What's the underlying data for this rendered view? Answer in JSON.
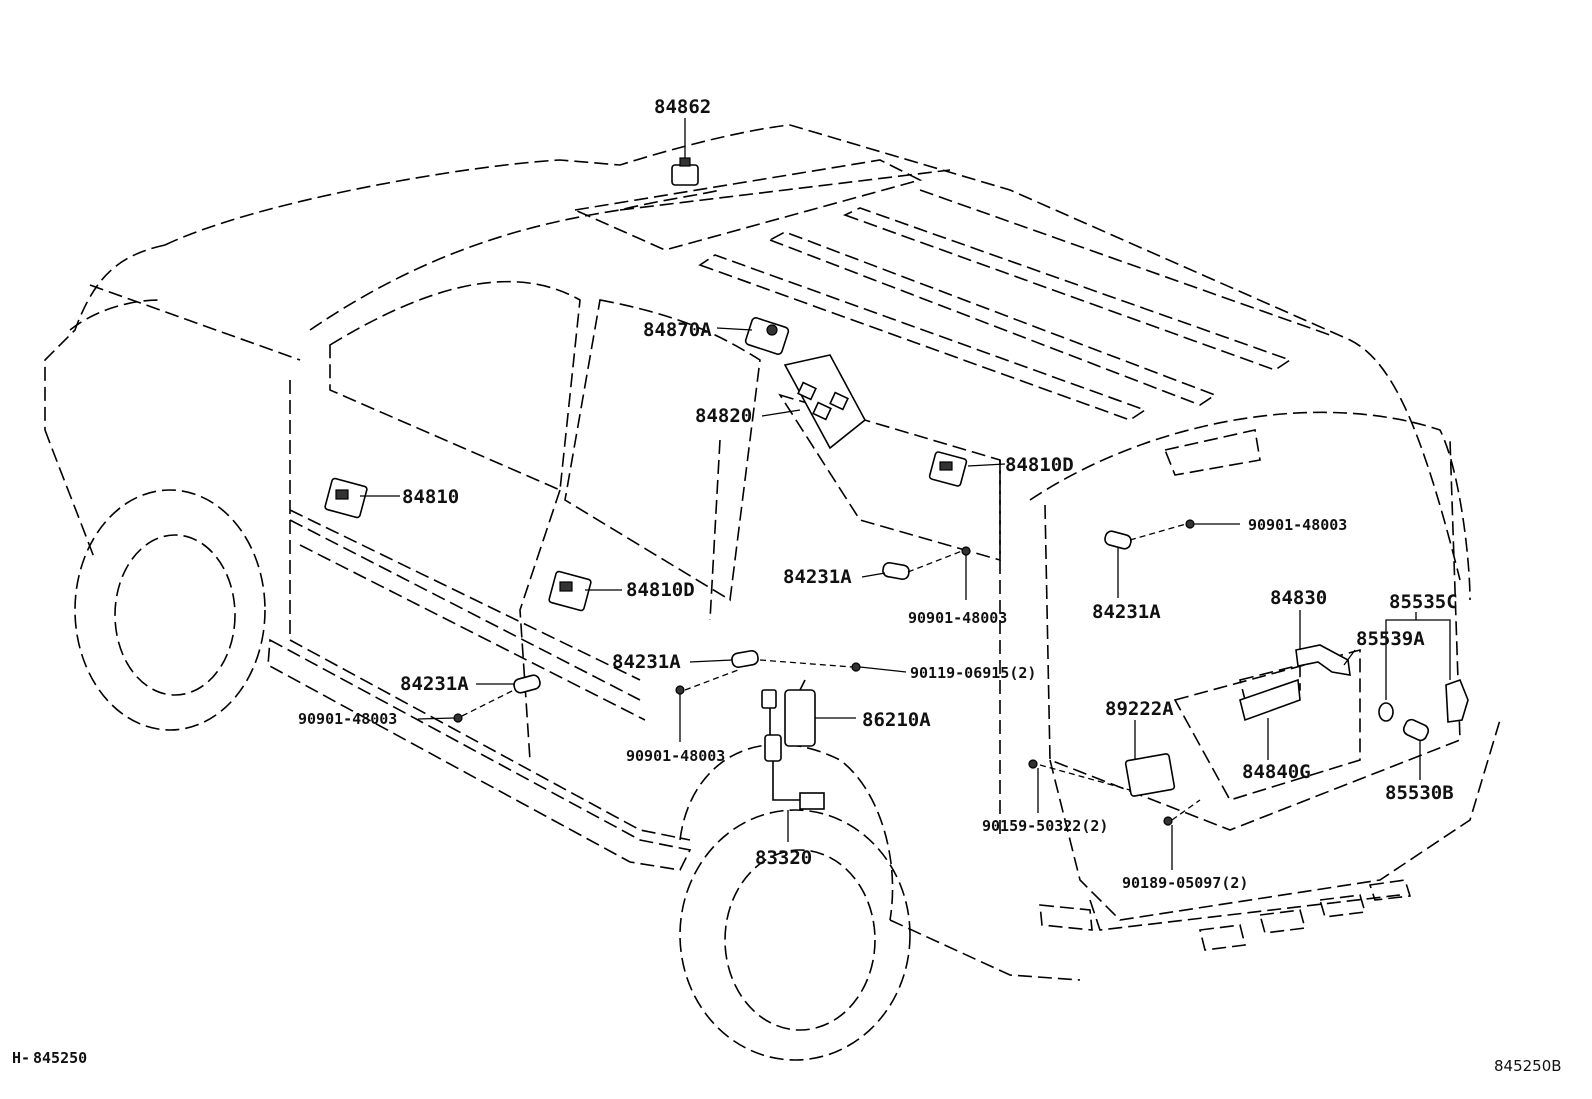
{
  "parts": {
    "p84862": "84862",
    "p84870A": "84870A",
    "p84820": "84820",
    "p84810D_top": "84810D",
    "p84810": "84810",
    "p84810D_door": "84810D",
    "p84231A_mid": "84231A",
    "p90901_mid": "90901-48003",
    "p84231A_rear": "84231A",
    "p90901_rear": "90901-48003",
    "p84231A_center": "84231A",
    "p90119": "90119-06915(2)",
    "p84231A_left": "84231A",
    "p90901_left": "90901-48003",
    "p86210A": "86210A",
    "p90901_bottom": "90901-48003",
    "p83320": "83320",
    "p84830": "84830",
    "p85535C": "85535C",
    "p85539A": "85539A",
    "p89222A": "89222A",
    "p84840G": "84840G",
    "p85530B": "85530B",
    "p90159": "90159-50322(2)",
    "p90189": "90189-05097(2)"
  },
  "footer": {
    "left_code": "845250",
    "right_code": "845250B"
  }
}
